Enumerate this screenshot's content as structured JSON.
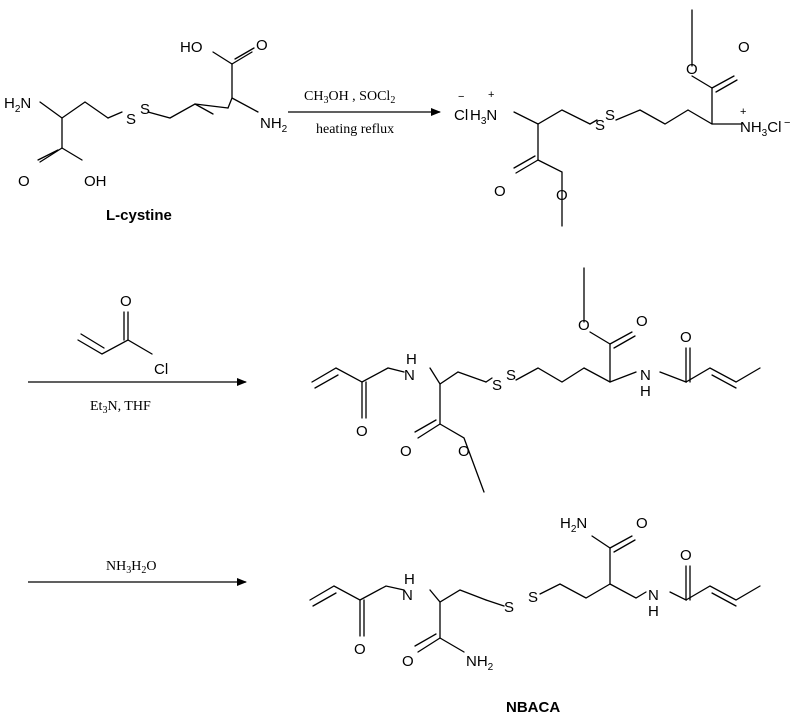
{
  "labels": {
    "lcystine": "L-cystine",
    "nbaca": "NBACA"
  },
  "conditions": {
    "step1_top_a": "CH",
    "step1_top_a_sub": "3",
    "step1_top_b": "OH , SOCl",
    "step1_top_b_sub": "2",
    "step1_bottom": "heating reflux",
    "step2_a": "Et",
    "step2_a_sub": "3",
    "step2_b": "N, THF",
    "step3_a": "NH",
    "step3_a_sub": "3",
    "step3_b": "H",
    "step3_b_sub": "2",
    "step3_c": "O"
  },
  "atoms": {
    "H": "H",
    "N": "N",
    "O": "O",
    "S": "S",
    "Cl": "Cl",
    "HO": "HO",
    "OH": "OH",
    "NH": "NH",
    "H3": "3",
    "H2": "2",
    "minus": "−",
    "plus": "+"
  }
}
